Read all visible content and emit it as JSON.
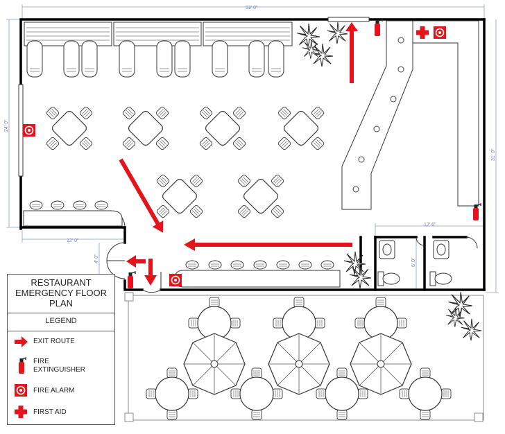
{
  "title": "RESTAURANT EMERGENCY FLOOR PLAN",
  "legend": {
    "heading": "LEGEND",
    "items": [
      {
        "icon": "exit-arrow-icon",
        "label": "EXIT ROUTE"
      },
      {
        "icon": "fire-extinguisher-icon",
        "label": "FIRE EXTINGUISHER"
      },
      {
        "icon": "fire-alarm-icon",
        "label": "FIRE ALARM"
      },
      {
        "icon": "first-aid-icon",
        "label": "FIRST AID"
      }
    ]
  },
  "dimensions": {
    "overall_width": "53' 0\"",
    "overall_height": "31' 0\"",
    "dining_height": "24' 0\"",
    "corner_width": "12' 0\"",
    "restroom_width": "12' 6\"",
    "restroom_depth": "6' 0\"",
    "door_width": "4' 0\""
  },
  "colors": {
    "alert": "#e5131b",
    "wall": "#000000",
    "dimension": "#6b7fb0"
  }
}
